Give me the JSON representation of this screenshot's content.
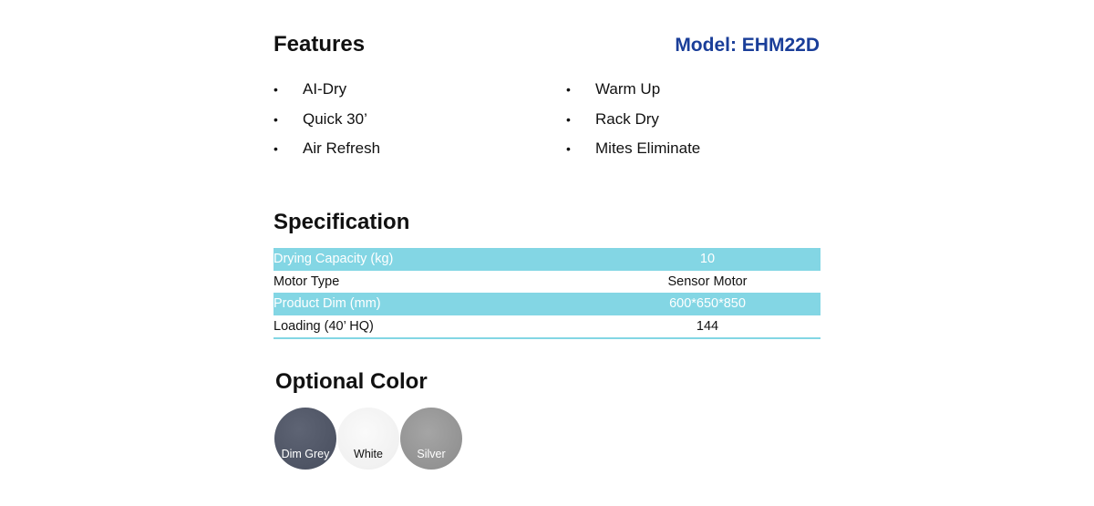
{
  "features": {
    "heading": "Features",
    "model": "Model: EHM22D",
    "bullet_char": "•",
    "left": [
      {
        "label": "AI-Dry"
      },
      {
        "label": "Quick 30’"
      },
      {
        "label": "Air Refresh"
      }
    ],
    "right": [
      {
        "label": "Warm Up"
      },
      {
        "label": "Rack Dry"
      },
      {
        "label": "Mites Eliminate"
      }
    ]
  },
  "specification": {
    "heading": "Specification",
    "rows": [
      {
        "name": "Drying Capacity (kg)",
        "value": "10"
      },
      {
        "name": "Motor Type",
        "value": "Sensor Motor"
      },
      {
        "name": "Product Dim (mm)",
        "value": "600*650*850"
      },
      {
        "name": "Loading (40’ HQ)",
        "value": "144"
      }
    ],
    "highlight_color": "#83d6e4"
  },
  "optional_color": {
    "heading": "Optional Color",
    "swatches": [
      {
        "label": "Dim Grey",
        "color": "#4e5464"
      },
      {
        "label": "White",
        "color": "#f1f1f1"
      },
      {
        "label": "Silver",
        "color": "#939393"
      }
    ]
  },
  "colors": {
    "model_text": "#1a3e99",
    "heading_text": "#111111"
  }
}
